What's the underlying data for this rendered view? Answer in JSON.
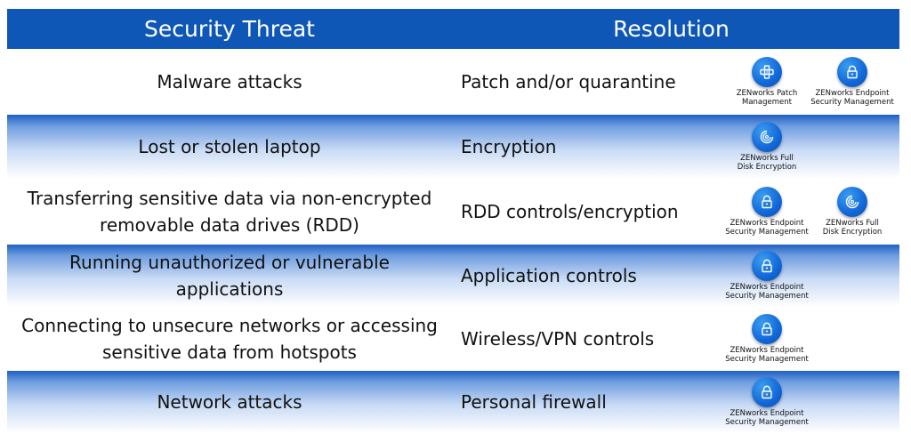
{
  "header": {
    "threat_title": "Security Threat",
    "resolution_title": "Resolution"
  },
  "rows": [
    {
      "threat": "Malware attacks",
      "resolution": "Patch and/or quarantine",
      "products": [
        {
          "icon": "patch-icon",
          "label": "ZENworks Patch\nManagement"
        },
        {
          "icon": "lock-icon",
          "label": "ZENworks Endpoint\nSecurity Management"
        }
      ]
    },
    {
      "threat": "Lost or stolen laptop",
      "resolution": "Encryption",
      "products": [
        {
          "icon": "disk-encryption-icon",
          "label": "ZENworks Full\nDisk Encryption"
        }
      ]
    },
    {
      "threat": "Transferring sensitive data via non-encrypted\nremovable data drives (RDD)",
      "resolution": "RDD controls/encryption",
      "products": [
        {
          "icon": "lock-icon",
          "label": "ZENworks Endpoint\nSecurity Management"
        },
        {
          "icon": "disk-encryption-icon",
          "label": "ZENworks Full\nDisk Encryption"
        }
      ]
    },
    {
      "threat": "Running unauthorized or vulnerable\napplications",
      "resolution": "Application controls",
      "products": [
        {
          "icon": "lock-icon",
          "label": "ZENworks Endpoint\nSecurity Management"
        }
      ]
    },
    {
      "threat": "Connecting to unsecure networks or accessing\nsensitive data from hotspots",
      "resolution": "Wireless/VPN controls",
      "products": [
        {
          "icon": "lock-icon",
          "label": "ZENworks Endpoint\nSecurity Management"
        }
      ]
    },
    {
      "threat": "Network attacks",
      "resolution": "Personal firewall",
      "products": [
        {
          "icon": "lock-icon",
          "label": "ZENworks Endpoint\nSecurity Management"
        }
      ]
    }
  ],
  "colors": {
    "header_blue": "#0e57b6",
    "badge_blue": "#1167d8"
  }
}
